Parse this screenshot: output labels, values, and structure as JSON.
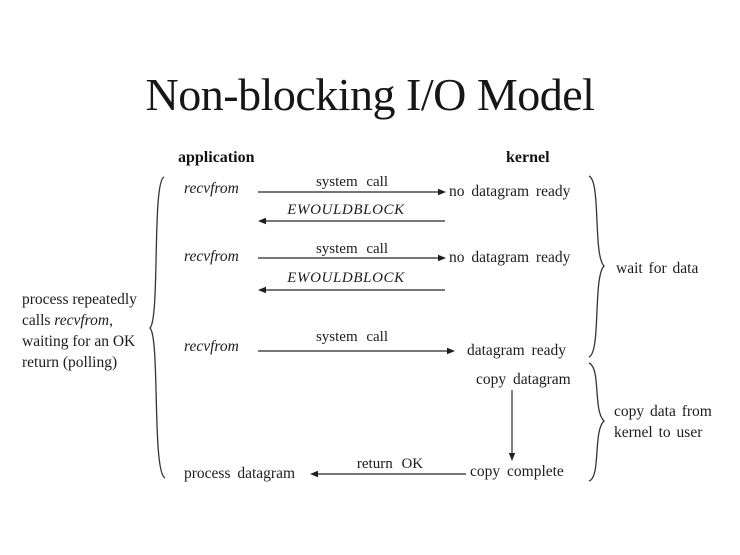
{
  "slide": {
    "title": "Non-blocking I/O Model"
  },
  "columns": {
    "application": "application",
    "kernel": "kernel"
  },
  "flow": {
    "attempts": [
      {
        "app_call": "recvfrom",
        "request_label": "system call",
        "kernel_state": "no datagram ready",
        "response_label": "EWOULDBLOCK"
      },
      {
        "app_call": "recvfrom",
        "request_label": "system call",
        "kernel_state": "no datagram ready",
        "response_label": "EWOULDBLOCK"
      },
      {
        "app_call": "recvfrom",
        "request_label": "system call",
        "kernel_state": "datagram ready"
      }
    ],
    "copy_phase": {
      "start": "copy datagram",
      "end": "copy complete"
    },
    "completion": {
      "response_label": "return OK",
      "app_state": "process datagram"
    }
  },
  "annotations": {
    "left_note": {
      "line1": "process repeatedly",
      "line2_pre": "calls ",
      "line2_italic": "recvfrom",
      "line2_post": ",",
      "line3": "waiting for an OK",
      "line4": "return (polling)"
    },
    "wait_note": "wait for data",
    "copy_note_line1": "copy data from",
    "copy_note_line2": "kernel to user"
  },
  "colors": {
    "background": "#ffffff",
    "text": "#1c1c1c",
    "arrow_line": "#4a4a4a",
    "arrow_head": "#1e1e1e"
  }
}
